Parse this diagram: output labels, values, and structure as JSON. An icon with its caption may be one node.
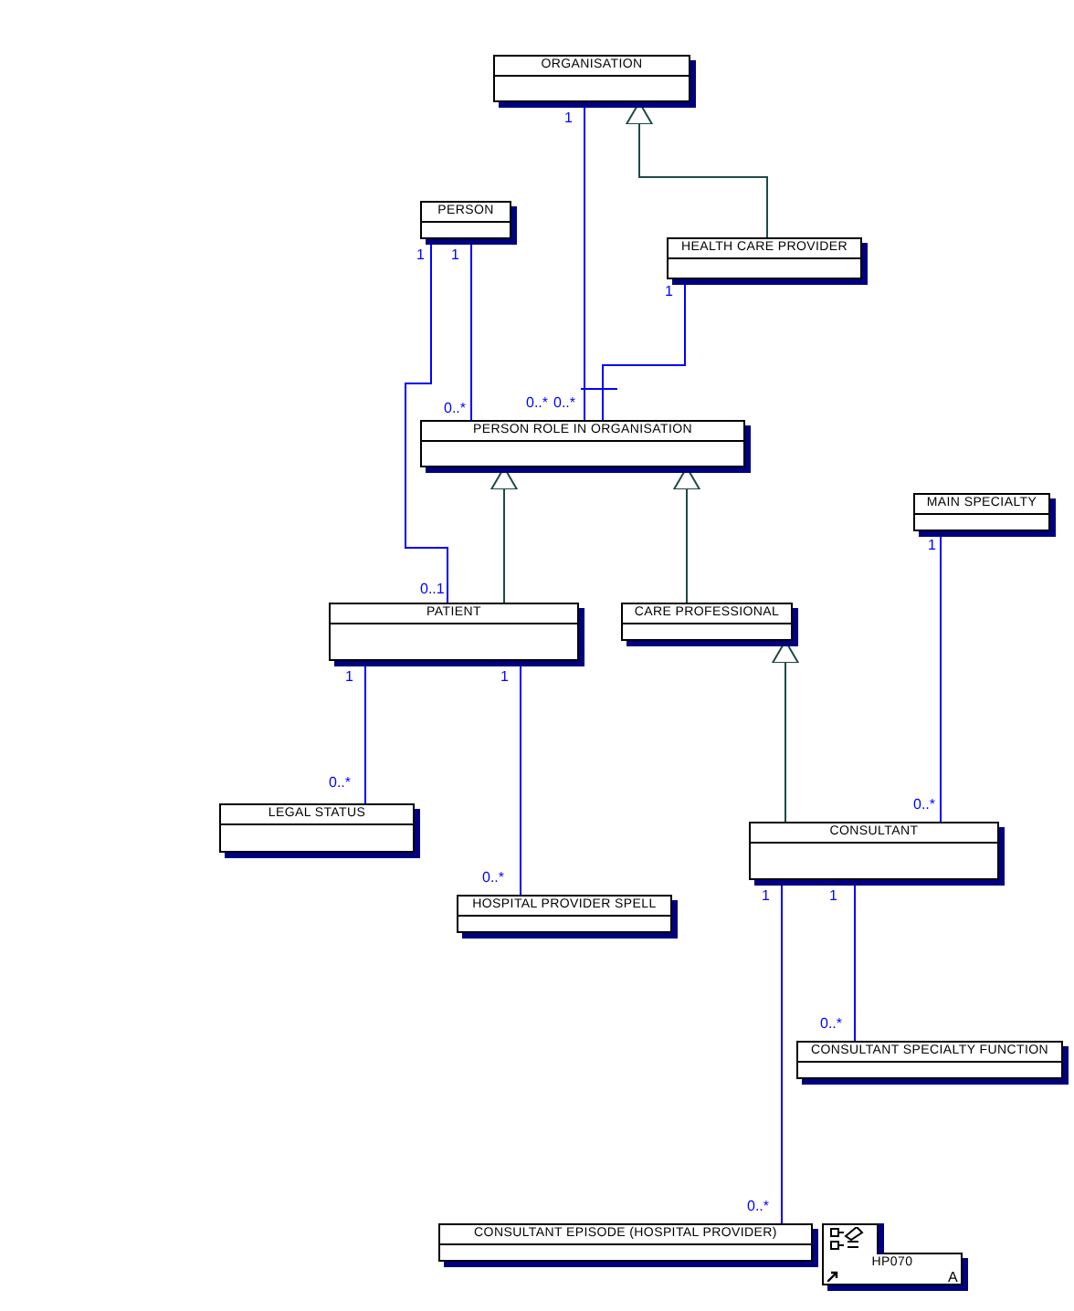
{
  "diagram": {
    "nodes": [
      {
        "text": [
          "ORGANISATION"
        ]
      },
      {
        "text": [
          "PERSON"
        ]
      },
      {
        "text": [
          "HEALTH CARE PROVIDER"
        ]
      },
      {
        "text": [
          "PERSON ROLE IN ORGANISATION"
        ]
      },
      {
        "text": [
          "PATIENT"
        ]
      },
      {
        "text": [
          "CARE PROFESSIONAL"
        ]
      },
      {
        "text": [
          "MAIN SPECIALTY"
        ]
      },
      {
        "text": [
          "LEGAL STATUS"
        ]
      },
      {
        "text": [
          "CONSULTANT"
        ]
      },
      {
        "text": [
          "HOSPITAL PROVIDER SPELL"
        ]
      },
      {
        "text": [
          "CONSULTANT SPECIALTY FUNCTION"
        ]
      },
      {
        "text": [
          "CONSULTANT EPISODE (HOSPITAL PROVIDER)"
        ]
      },
      {
        "text": [
          "HP070"
        ]
      }
    ],
    "edges": [
      {
        "from": 2,
        "to": 0,
        "arrow": "to",
        "color": "#1e4a46"
      },
      {
        "from": 0,
        "to": 3,
        "arrow": "none"
      },
      {
        "from": 1,
        "to": 3,
        "arrow": "none"
      },
      {
        "from": 1,
        "to": 4,
        "arrow": "none"
      },
      {
        "from": 2,
        "to": 3,
        "arrow": "none"
      },
      {
        "from": 4,
        "to": 3,
        "arrow": "to",
        "color": "#1e4a46"
      },
      {
        "from": 5,
        "to": 3,
        "arrow": "to",
        "color": "#1e4a46"
      },
      {
        "from": 6,
        "to": 8,
        "arrow": "none"
      },
      {
        "from": 4,
        "to": 7,
        "arrow": "none"
      },
      {
        "from": 4,
        "to": 9,
        "arrow": "none"
      },
      {
        "from": 8,
        "to": 5,
        "arrow": "to",
        "color": "#1e4a46"
      },
      {
        "from": 8,
        "to": 10,
        "arrow": "none"
      },
      {
        "from": 8,
        "to": 11,
        "arrow": "none"
      }
    ],
    "labels": [
      "1",
      "1",
      "1",
      "1",
      "0..*",
      "0..*",
      "0..*",
      "1",
      "0..1",
      "1",
      "1",
      "0..*",
      "0..*",
      "1",
      "1",
      "0..*",
      "0..*",
      "0..*",
      "A"
    ]
  }
}
